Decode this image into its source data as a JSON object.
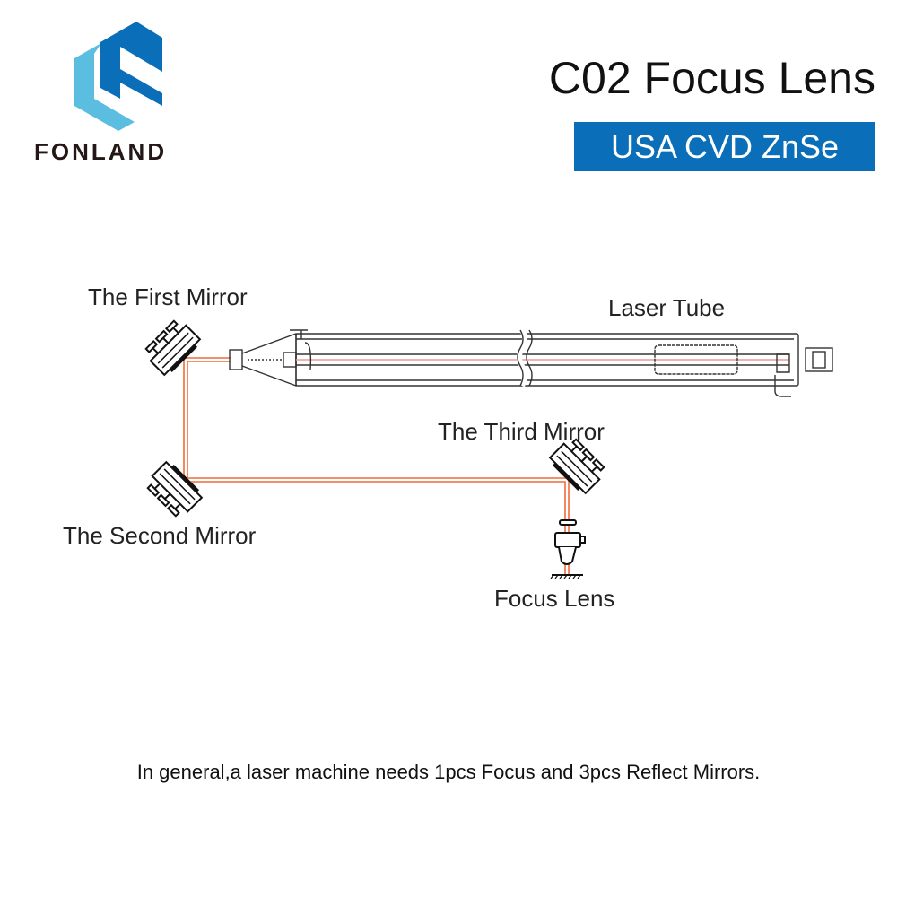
{
  "brand": {
    "name": "FONLAND",
    "colors": {
      "dark_blue": "#0a6eb8",
      "light_blue": "#5bbde0"
    }
  },
  "header": {
    "title": "C02 Focus Lens",
    "badge": "USA CVD ZnSe",
    "badge_color": "#0a6eb8"
  },
  "diagram": {
    "labels": {
      "first_mirror": "The First Mirror",
      "second_mirror": "The Second Mirror",
      "third_mirror": "The Third Mirror",
      "laser_tube": "Laser Tube",
      "focus_lens": "Focus Lens"
    },
    "beam_color": "#f06a3a"
  },
  "footer": {
    "note": "In general,a laser machine needs 1pcs Focus and 3pcs Reflect Mirrors."
  }
}
